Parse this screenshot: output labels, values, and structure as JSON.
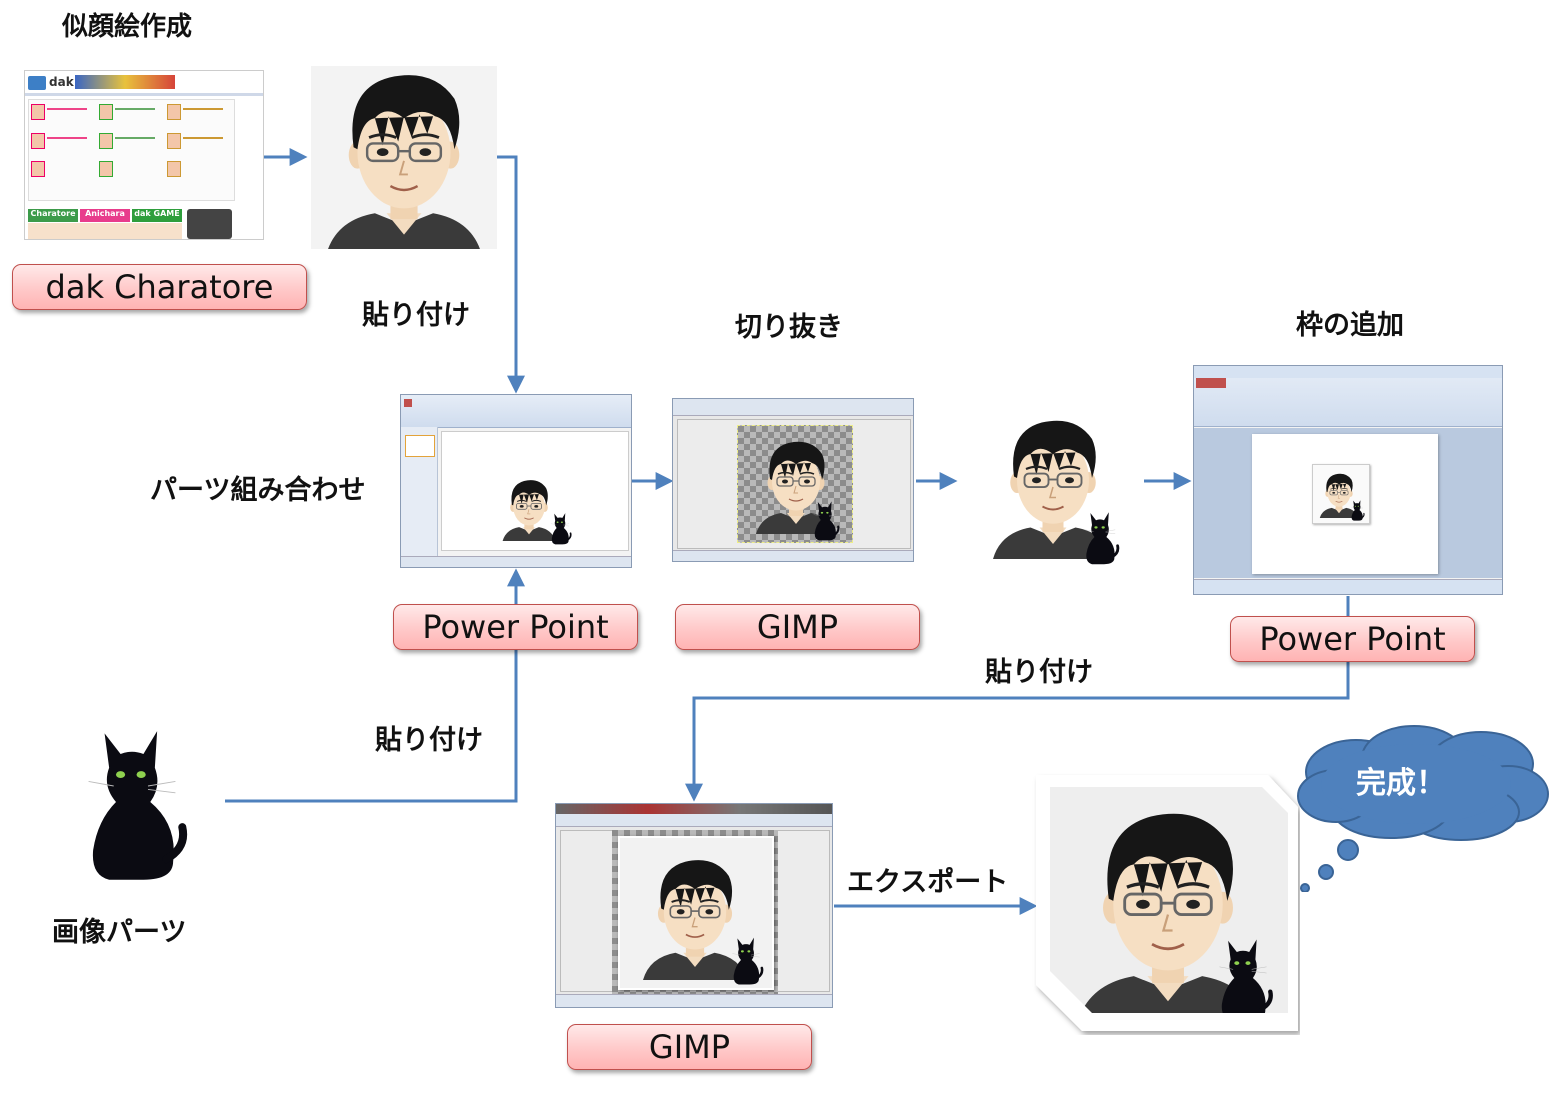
{
  "title": "似顔絵作成",
  "labels": {
    "paste_1": "貼り付け",
    "crop": "切り抜き",
    "add_frame": "枠の追加",
    "combine_parts": "パーツ組み合わせ",
    "paste_2": "貼り付け",
    "paste_3": "貼り付け",
    "image_parts": "画像パーツ",
    "export": "エクスポート"
  },
  "tools": {
    "dak": "dak Charatore",
    "powerpoint_1": "Power Point",
    "gimp_1": "GIMP",
    "powerpoint_2": "Power Point",
    "gimp_2": "GIMP"
  },
  "dak_site": {
    "logo": "dak",
    "banners": [
      "Charatore",
      "Anichara",
      "dak GAME"
    ]
  },
  "done_cloud": "完成！",
  "colors": {
    "arrow": "#4f81bd",
    "pill_border": "#c0504d",
    "cloud": "#4f81bd"
  }
}
